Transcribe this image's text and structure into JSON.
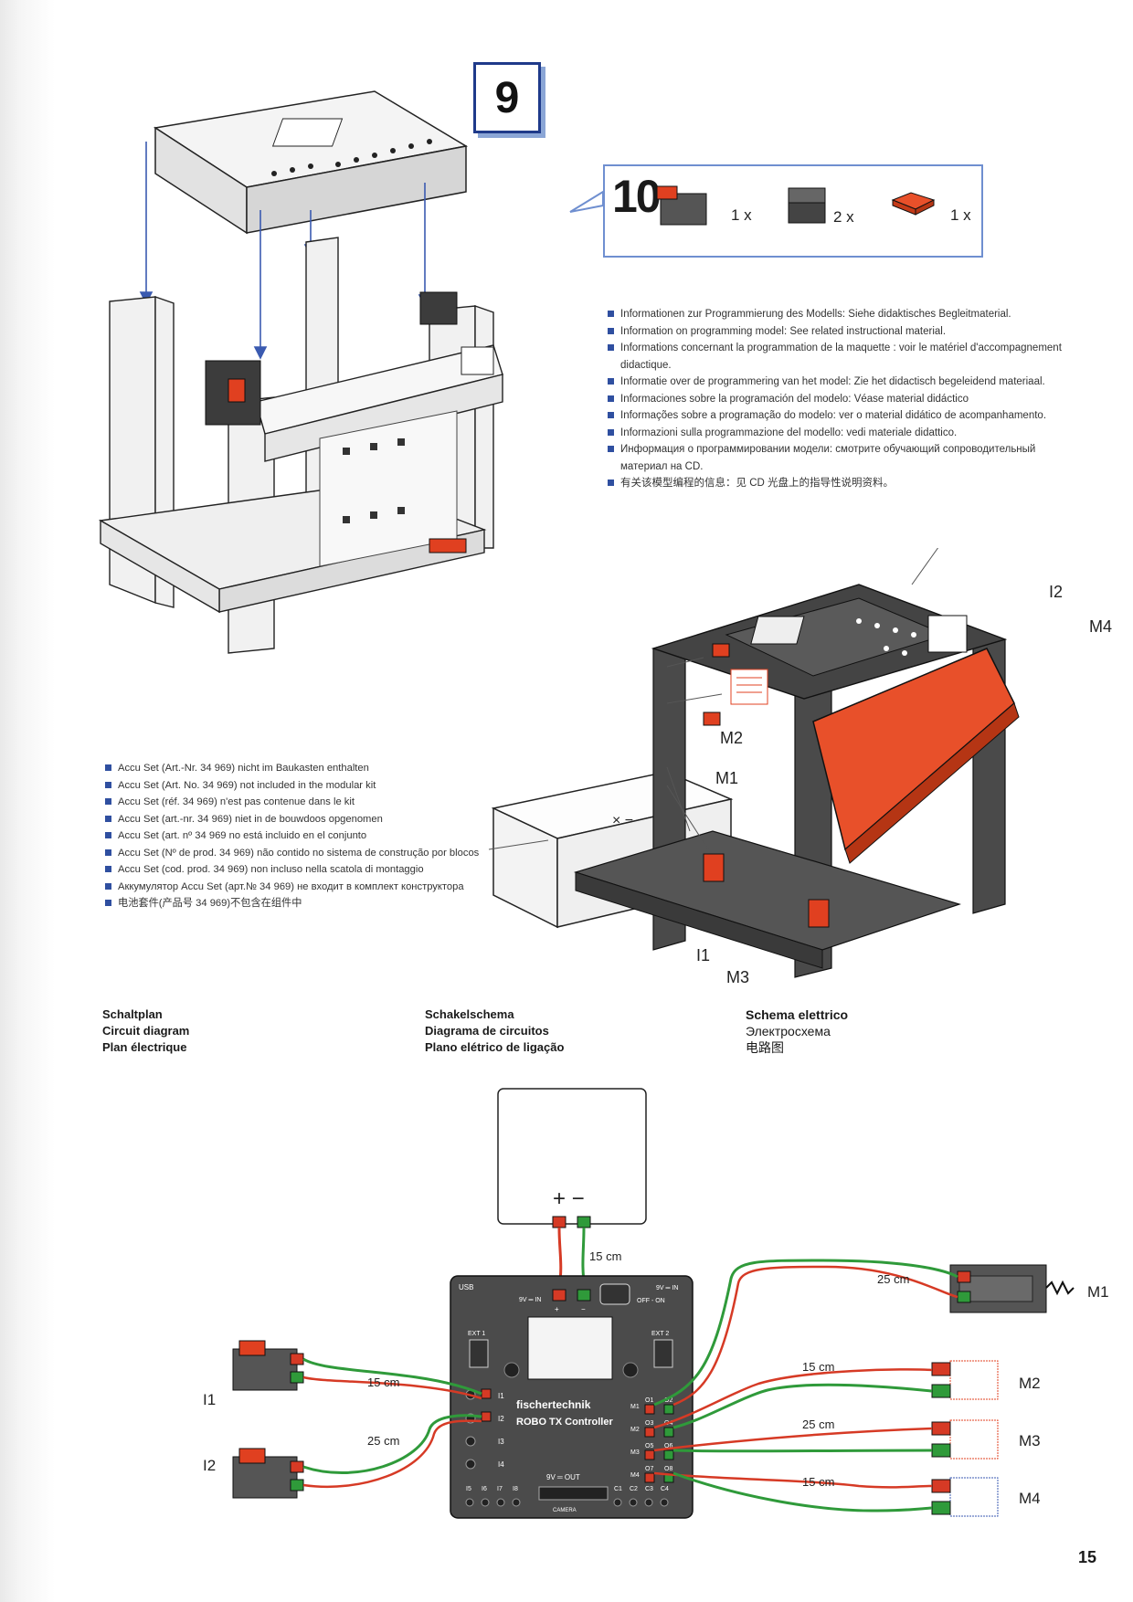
{
  "step_a": {
    "number": "9"
  },
  "step_b": {
    "number": "10",
    "parts": [
      {
        "icon": "switch-part-icon",
        "qty": "1 x"
      },
      {
        "icon": "building-block-icon",
        "qty": "2 x"
      },
      {
        "icon": "red-plate-icon",
        "qty": "1 x"
      }
    ]
  },
  "info_lines": [
    "Informationen zur Programmierung des Modells: Siehe didaktisches Begleitmaterial.",
    "Information on programming model: See related instructional material.",
    "Informations concernant la programmation de la maquette : voir le matériel d'accompagnement didactique.",
    "Informatie over de programmering van het model: Zie het didactisch begeleidend materiaal.",
    "Informaciones sobre la programación del modelo: Véase material didáctico",
    "Informações sobre a programação do modelo: ver o material didático de acompanhamento.",
    "Informazioni sulla programmazione del modello: vedi materiale didattico.",
    "Информация о программировании модели: смотрите обучающий сопроводительный материал на CD.",
    "有关该模型编程的信息：见 CD 光盘上的指导性说明资料。"
  ],
  "accu_lines": [
    "Accu Set (Art.-Nr. 34 969) nicht im Baukasten enthalten",
    "Accu Set (Art. No. 34 969) not included in the modular kit",
    "Accu Set (réf. 34 969) n'est pas contenue dans le kit",
    "Accu Set (art.-nr. 34 969) niet in de bouwdoos opgenomen",
    "Accu Set (art. nº 34 969 no está incluido en el conjunto",
    "Accu Set (Nº de prod. 34 969) não contido no sistema de construção por blocos",
    "Accu Set (cod. prod. 34 969) non incluso nella scatola di montaggio",
    "Аккумулятор Accu Set (арт.№ 34 969) не входит в комплект конструктора",
    "电池套件(产品号 34 969)不包含在组件中"
  ],
  "model_labels": {
    "I2": "I2",
    "M4": "M4",
    "M2": "M2",
    "M1": "M1",
    "I1": "I1",
    "M3": "M3"
  },
  "circuit_headings": {
    "col1": [
      "Schaltplan",
      "Circuit diagram",
      "Plan électrique"
    ],
    "col2": [
      "Schakelschema",
      "Diagrama de circuitos",
      "Plano elétrico de ligação"
    ],
    "col3": [
      "Schema elettrico",
      "Электросхема",
      "电路图"
    ]
  },
  "circuit": {
    "battery_symbol": "+ −",
    "battery_cable": "15 cm",
    "controller": {
      "usb": "USB",
      "power_in": "9V ═ IN",
      "power_in_right": "9V ═ IN",
      "off_on": "OFF - ON",
      "plus": "+",
      "minus": "−",
      "ext1": "EXT 1",
      "ext2": "EXT 2",
      "brand": "fischertechnik",
      "model": "ROBO TX Controller",
      "out": "9V ═ OUT",
      "camera": "CAMERA",
      "inputs_left": [
        "I1",
        "I2",
        "I3",
        "I4"
      ],
      "inputs_bottom": [
        "I5",
        "I6",
        "I7",
        "I8"
      ],
      "counters": [
        "C1",
        "C2",
        "C3",
        "C4"
      ],
      "motor_ports": [
        "M1",
        "M2",
        "M3",
        "M4"
      ],
      "outputs": [
        "O1",
        "O2",
        "O3",
        "O4",
        "O5",
        "O6",
        "O7",
        "O8"
      ]
    },
    "wires": {
      "i1": "15 cm",
      "i2": "25 cm",
      "m1": "25 cm",
      "m2": "15 cm",
      "m3": "25 cm",
      "m4": "15 cm"
    },
    "labels": {
      "I1": "I1",
      "I2": "I2",
      "M1": "M1",
      "M2": "M2",
      "M3": "M3",
      "M4": "M4"
    }
  },
  "page_number": "15"
}
